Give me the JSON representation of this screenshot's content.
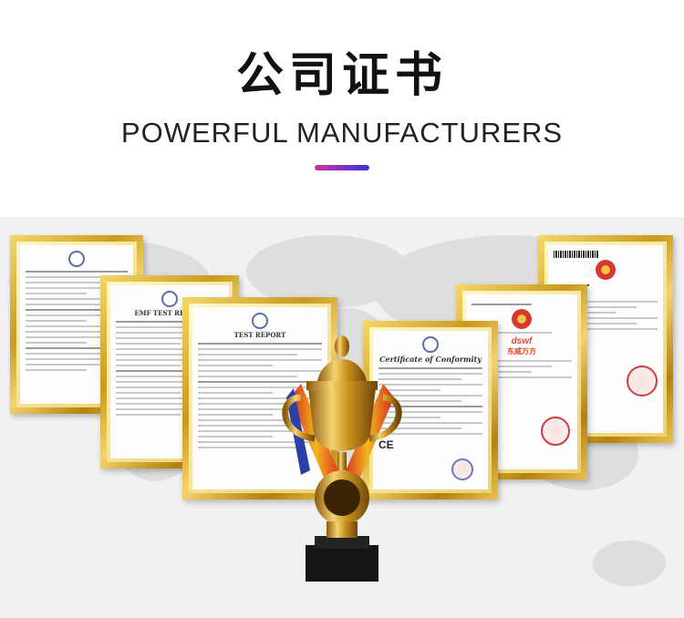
{
  "header": {
    "title_cn": "公司证书",
    "title_en": "POWERFUL MANUFACTURERS"
  },
  "certificates": [
    {
      "id": "cert-1",
      "heading": ""
    },
    {
      "id": "cert-2",
      "heading": "EMF TEST REPORT"
    },
    {
      "id": "cert-3",
      "heading": "TEST REPORT"
    },
    {
      "id": "cert-4",
      "heading": "Certificate of Conformity",
      "mark": "CE"
    },
    {
      "id": "cert-5",
      "brand": "dswf",
      "brand_cn": "东威万方"
    },
    {
      "id": "cert-6",
      "brand": "ZSHT"
    }
  ],
  "colors": {
    "accent_start": "#d22fa8",
    "accent_end": "#3a33d8",
    "gold": "#c99a1e",
    "stage_bg": "#f1f1f1"
  }
}
